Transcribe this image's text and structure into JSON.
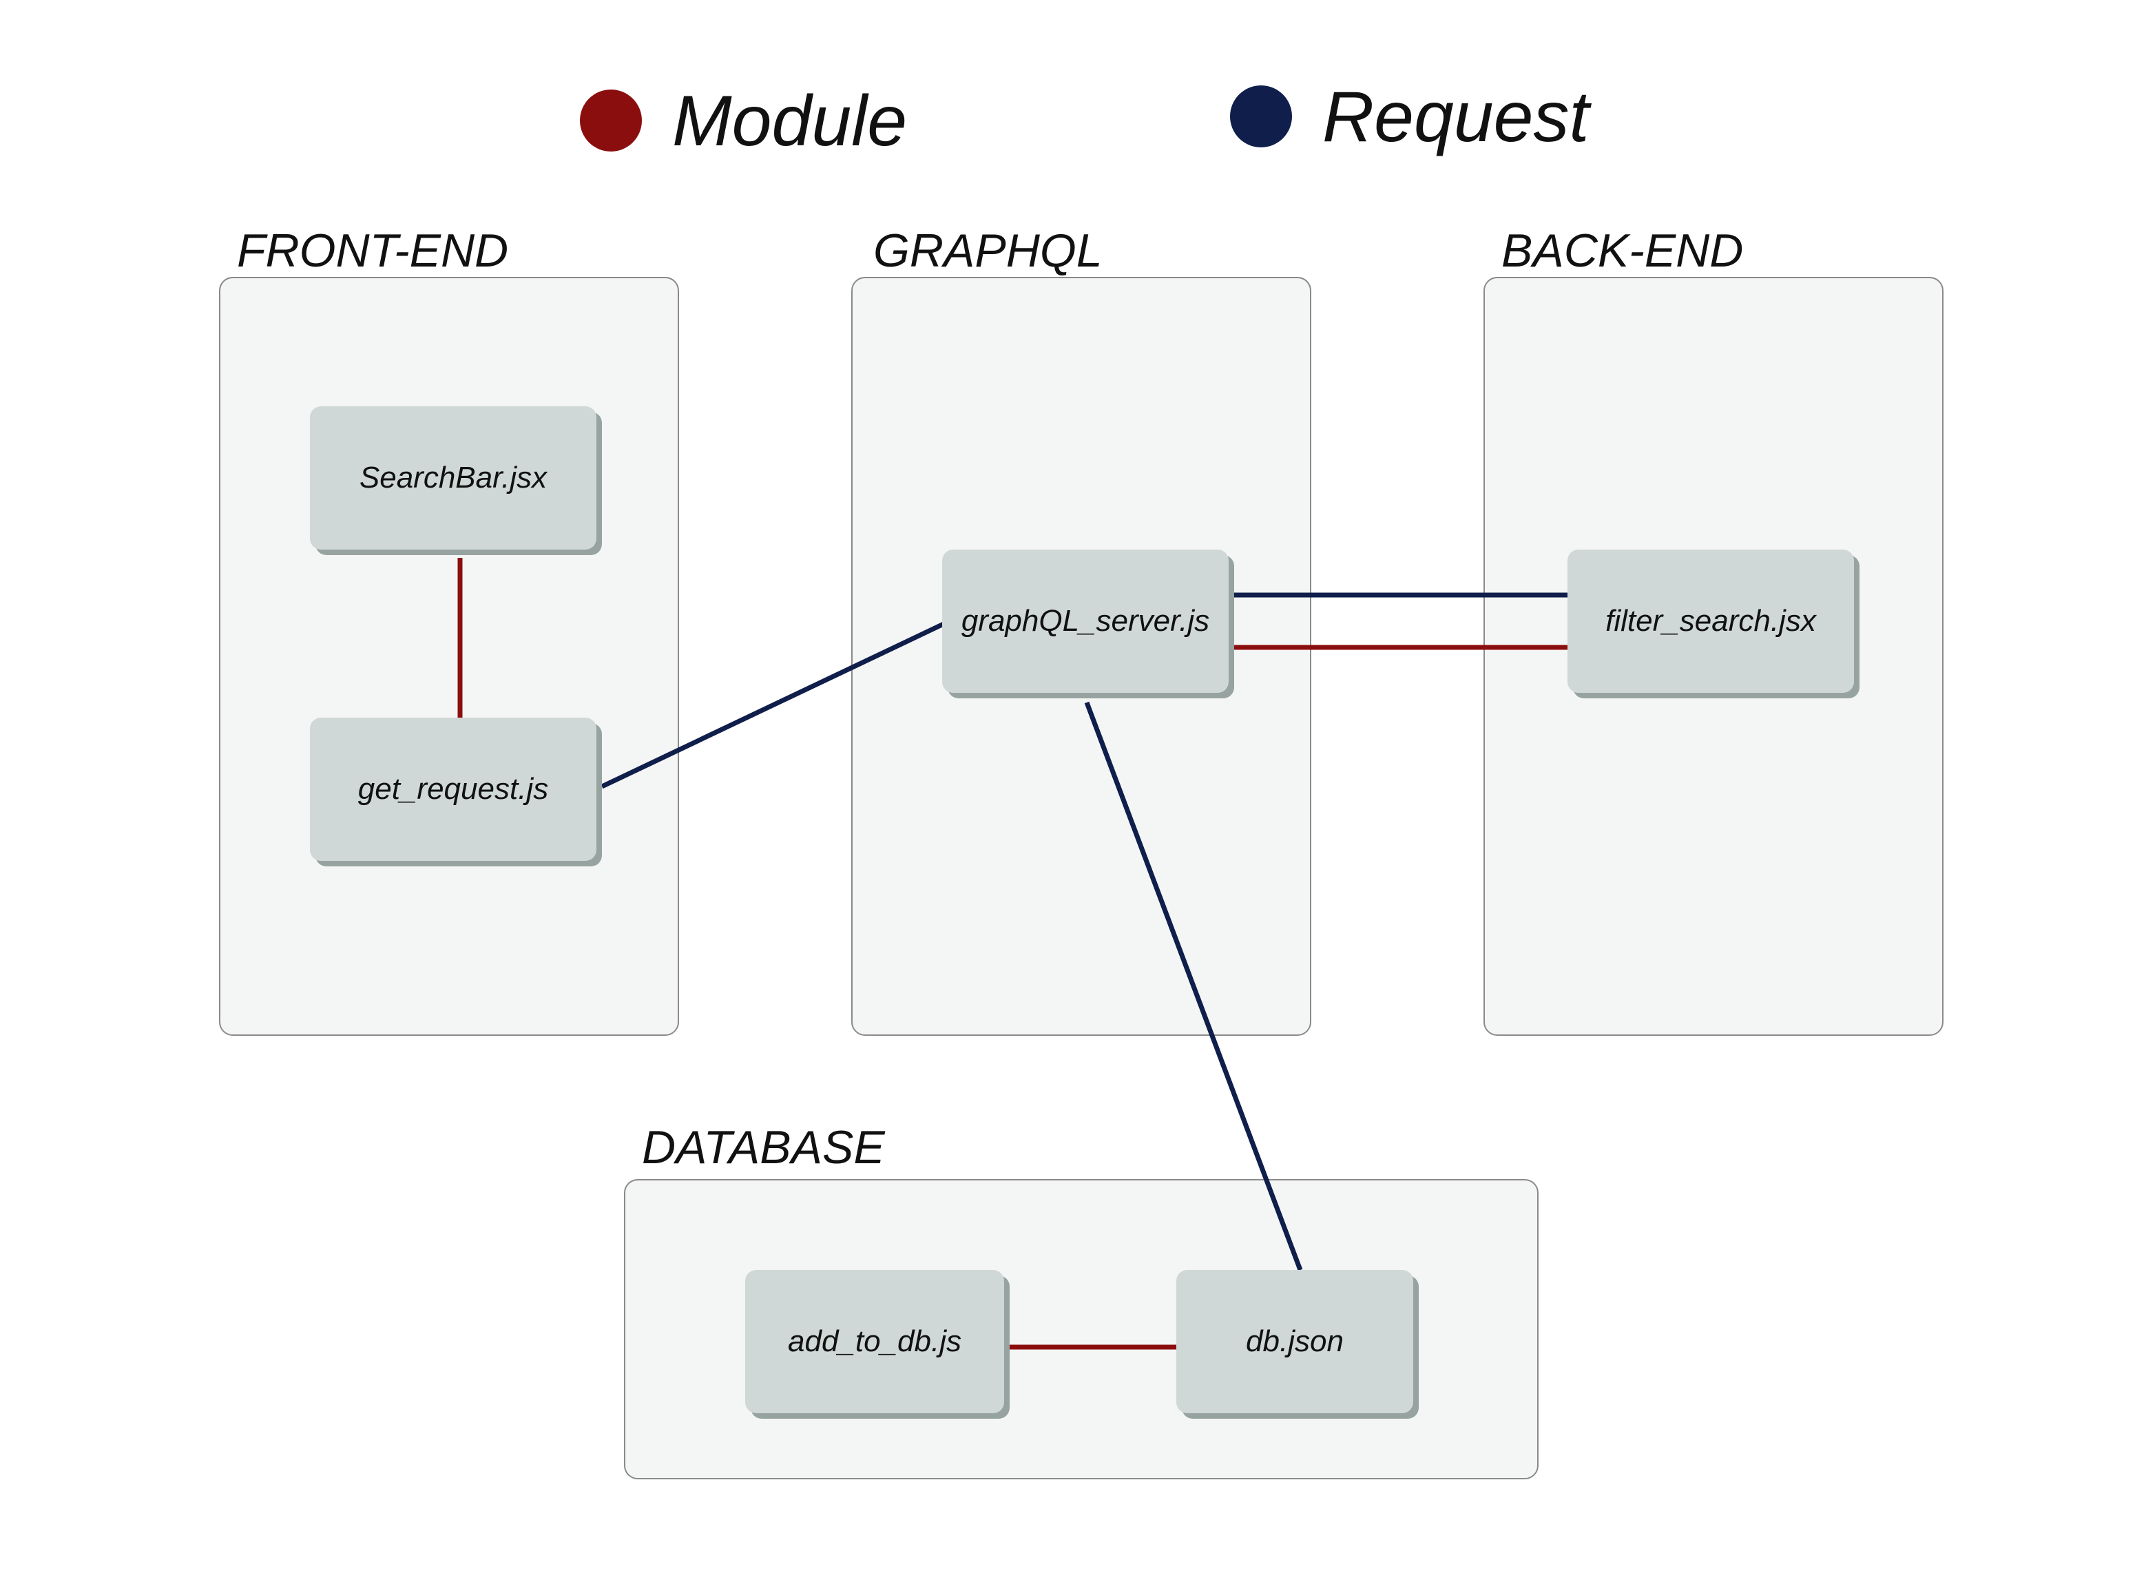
{
  "legend": {
    "module_label": "Module",
    "request_label": "Request"
  },
  "colors": {
    "module": "#8b0e0e",
    "request": "#0f1e4a"
  },
  "groups": {
    "frontend": "FRONT-END",
    "graphql": "GRAPHQL",
    "backend": "BACK-END",
    "database": "DATABASE"
  },
  "nodes": {
    "searchbar": "SearchBar.jsx",
    "get_request": "get_request.js",
    "graphql_server": "graphQL_server.js",
    "filter_search": "filter_search.jsx",
    "add_to_db": "add_to_db.js",
    "db_json": "db.json"
  },
  "edges": [
    {
      "from": "SearchBar.jsx",
      "to": "get_request.js",
      "kind": "module"
    },
    {
      "from": "get_request.js",
      "to": "graphQL_server.js",
      "kind": "request"
    },
    {
      "from": "graphQL_server.js",
      "to": "filter_search.jsx",
      "kind": "request"
    },
    {
      "from": "graphQL_server.js",
      "to": "filter_search.jsx",
      "kind": "module"
    },
    {
      "from": "graphQL_server.js",
      "to": "db.json",
      "kind": "request"
    },
    {
      "from": "add_to_db.js",
      "to": "db.json",
      "kind": "module"
    }
  ]
}
